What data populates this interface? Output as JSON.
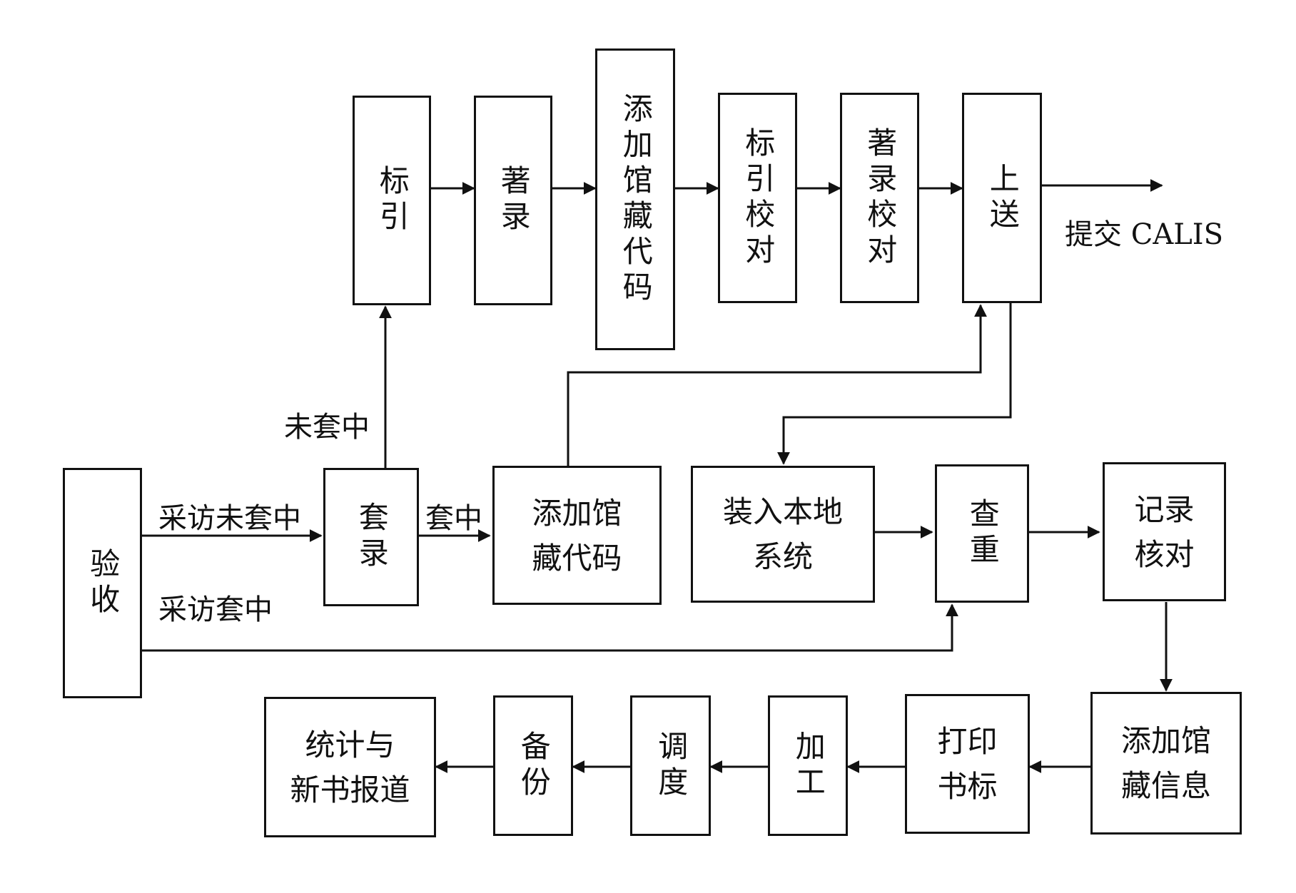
{
  "boxes": {
    "biaoyin": "标引",
    "zhulu": "著录",
    "tianjia_top": "添加馆藏代码",
    "biaoyin_jiaodui": "标引校对",
    "zhulu_jiaodui": "著录校对",
    "shangsong": "上送",
    "yanshou": "验收",
    "taolu": "套录",
    "tianjia_mid": "添加馆\n藏代码",
    "zhuangru": "装入本地\n系统",
    "chazhong": "查重",
    "jilu_hedui": "记录\n核对",
    "tianjia_info": "添加馆\n藏信息",
    "dayin": "打印\n书标",
    "jiagong": "加工",
    "diaodu": "调度",
    "beifen": "备份",
    "tongji": "统计与\n新书报道"
  },
  "labels": {
    "submit": "提交 CALIS",
    "weitaozhong": "未套中",
    "caifang_weitaozhong": "采访未套中",
    "taozhong": "套中",
    "caifang_taozhong": "采访套中"
  }
}
